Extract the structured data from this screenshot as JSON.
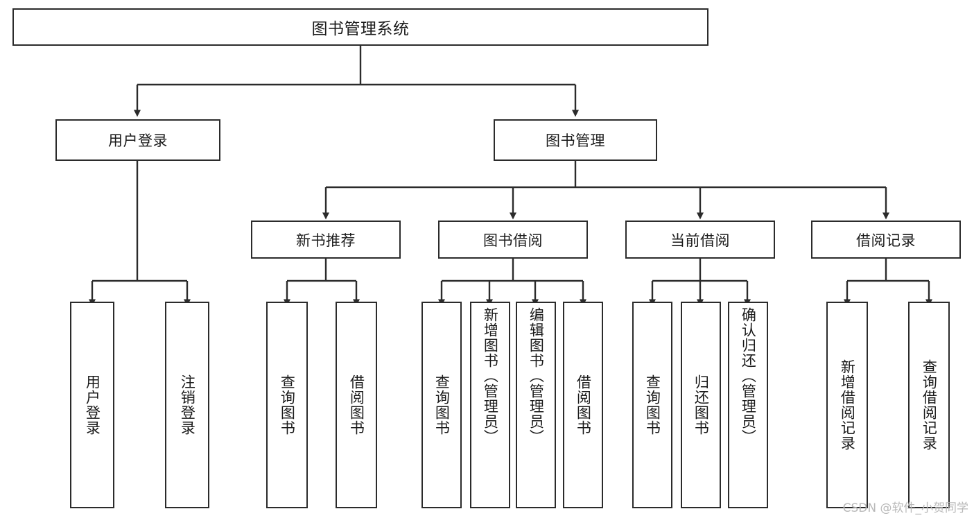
{
  "diagram": {
    "title": "图书管理系统",
    "type": "tree-hierarchy-chart",
    "root": {
      "label": "图书管理系统"
    },
    "level1": [
      {
        "label": "用户登录"
      },
      {
        "label": "图书管理"
      }
    ],
    "level2": [
      {
        "label": "新书推荐"
      },
      {
        "label": "图书借阅"
      },
      {
        "label": "当前借阅"
      },
      {
        "label": "借阅记录"
      }
    ],
    "leaves": {
      "user_login": [
        {
          "label": "用户登录"
        },
        {
          "label": "注销登录"
        }
      ],
      "new_book_recommend": [
        {
          "label": "查询图书"
        },
        {
          "label": "借阅图书"
        }
      ],
      "book_borrow": [
        {
          "label": "查询图书"
        },
        {
          "label": "新增图书（管理员）"
        },
        {
          "label": "编辑图书（管理员）"
        },
        {
          "label": "借阅图书"
        }
      ],
      "current_borrow": [
        {
          "label": "查询图书"
        },
        {
          "label": "归还图书"
        },
        {
          "label": "确认归还（管理员）"
        }
      ],
      "borrow_record": [
        {
          "label": "新增借阅记录"
        },
        {
          "label": "查询借阅记录"
        }
      ]
    }
  },
  "watermark": {
    "text": "CSDN @软件_小贺同学"
  },
  "colors": {
    "box_border": "#2b2b2b",
    "box_fill": "#ffffff",
    "connector": "#2b2b2b",
    "text": "#1a1a1a",
    "watermark": "#b9b9b9",
    "background": "#ffffff"
  }
}
